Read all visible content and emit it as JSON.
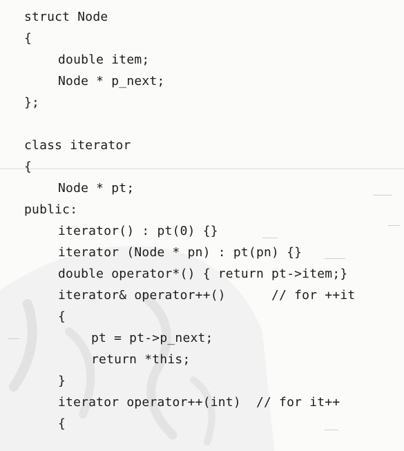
{
  "code_lines": [
    {
      "text": "struct Node",
      "indent": 0
    },
    {
      "text": "{",
      "indent": 0
    },
    {
      "text": "double item;",
      "indent": 1
    },
    {
      "text": "Node * p_next;",
      "indent": 1
    },
    {
      "text": "};",
      "indent": 0
    },
    {
      "text": "",
      "indent": 0
    },
    {
      "text": "class iterator",
      "indent": 0
    },
    {
      "text": "{",
      "indent": 0
    },
    {
      "text": "Node * pt;",
      "indent": 1
    },
    {
      "text": "public:",
      "indent": 0
    },
    {
      "text": "iterator() : pt(0) {}",
      "indent": 1
    },
    {
      "text": "iterator (Node * pn) : pt(pn) {}",
      "indent": 1
    },
    {
      "text": "double operator*() { return pt->item;}",
      "indent": 1
    },
    {
      "text": "iterator& operator++()      // for ++it",
      "indent": 1
    },
    {
      "text": "{",
      "indent": 1
    },
    {
      "text": "pt = pt->p_next;",
      "indent": 2
    },
    {
      "text": "return *this;",
      "indent": 2
    },
    {
      "text": "}",
      "indent": 1
    },
    {
      "text": "iterator operator++(int)  // for it++",
      "indent": 1
    },
    {
      "text": "{",
      "indent": 1
    }
  ]
}
